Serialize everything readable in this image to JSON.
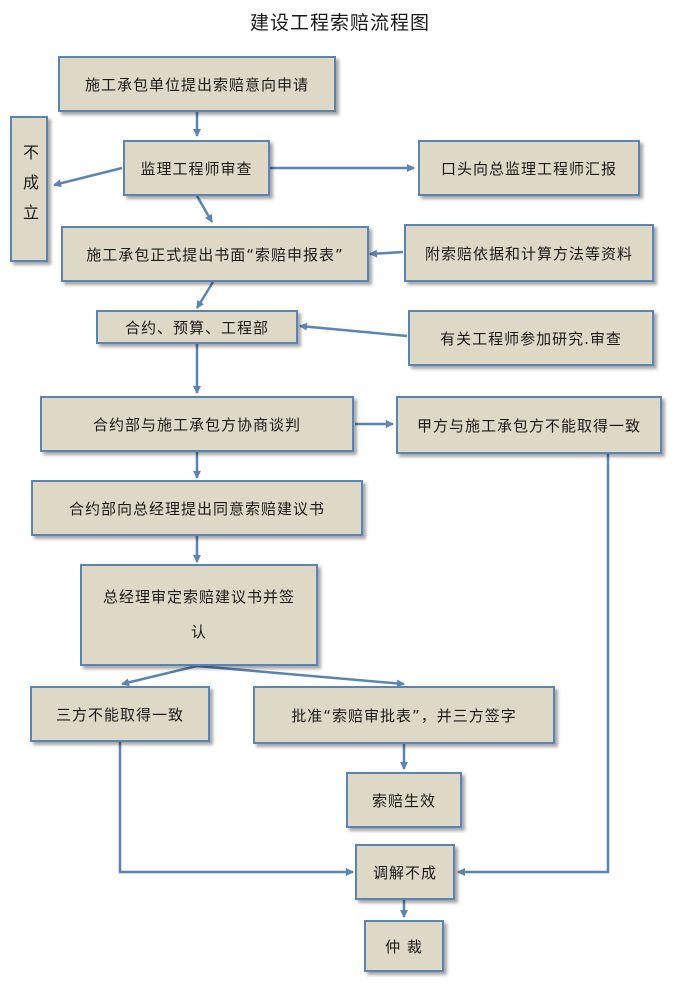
{
  "title": "建设工程索赔流程图",
  "nodes": {
    "n1": "施工承包单位提出索赔意向申请",
    "n_reject": "不成立",
    "n2": "监理工程师审查",
    "n_oral": "口头向总监理工程师汇报",
    "n3": "施工承包正式提出书面“索赔申报表”",
    "n_attach": "附索赔依据和计算方法等资料",
    "n4": "合约、预算、工程部",
    "n_engineers": "有关工程师参加研究.审查",
    "n5": "合约部与施工承包方协商谈判",
    "n_disagree_a": "甲方与施工承包方不能取得一致",
    "n6": "合约部向总经理提出同意索赔建议书",
    "n7_line1": "总经理审定索赔建议书并签",
    "n7_line2": "认",
    "n_disagree3": "三方不能取得一致",
    "n_approve": "批准“索赔审批表”，并三方签字",
    "n_effective": "索赔生效",
    "n_mediation": "调解不成",
    "n_arbitration": "仲 裁"
  },
  "colors": {
    "box_fill": "#ddd9c6",
    "box_border": "#5b84b4",
    "arrow": "#5b84b4"
  }
}
